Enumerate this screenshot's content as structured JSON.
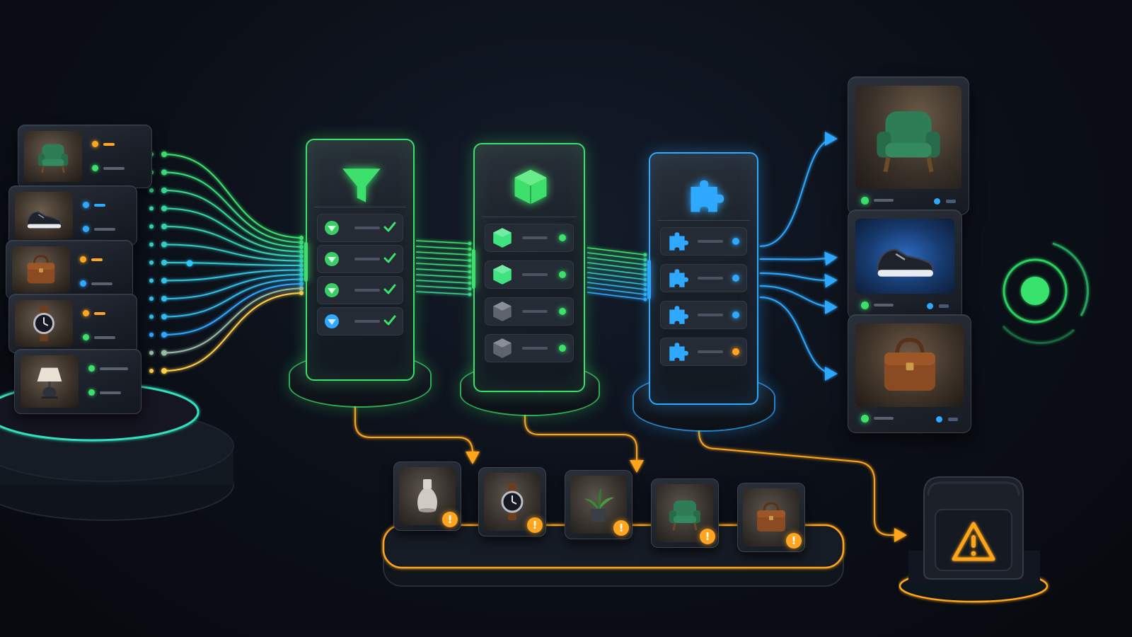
{
  "colors": {
    "green": "#3ce06b",
    "blue": "#2fa8ff",
    "amber": "#ffa51f",
    "gray": "#5d6470",
    "background": "#0b0f17"
  },
  "input_stack": {
    "items": [
      {
        "product_icon": "armchair-icon",
        "status": [
          "amber",
          "green"
        ]
      },
      {
        "product_icon": "sneaker-icon",
        "status": [
          "blue",
          "blue"
        ]
      },
      {
        "product_icon": "handbag-icon",
        "status": [
          "amber",
          "blue"
        ]
      },
      {
        "product_icon": "wristwatch-icon",
        "status": [
          "amber",
          "green"
        ]
      },
      {
        "product_icon": "table-lamp-icon",
        "status": [
          "green",
          "green"
        ]
      }
    ]
  },
  "stages": [
    {
      "id": "filter",
      "icon": "funnel-icon",
      "accent": "green",
      "rows": [
        {
          "icon": "check-circle-icon",
          "state": "pass"
        },
        {
          "icon": "check-circle-icon",
          "state": "pass"
        },
        {
          "icon": "check-circle-icon",
          "state": "pass"
        },
        {
          "icon": "info-circle-icon",
          "state": "pass"
        }
      ]
    },
    {
      "id": "model",
      "icon": "cube-icon",
      "accent": "green",
      "rows": [
        {
          "icon": "cube-icon",
          "state": "active"
        },
        {
          "icon": "cube-icon",
          "state": "active"
        },
        {
          "icon": "cube-icon",
          "state": "idle"
        },
        {
          "icon": "cube-icon",
          "state": "idle"
        }
      ]
    },
    {
      "id": "enrich",
      "icon": "puzzle-icon",
      "accent": "blue",
      "rows": [
        {
          "icon": "puzzle-icon",
          "state": "ok"
        },
        {
          "icon": "puzzle-icon",
          "state": "ok"
        },
        {
          "icon": "puzzle-icon",
          "state": "ok"
        },
        {
          "icon": "puzzle-icon",
          "state": "warn"
        }
      ]
    }
  ],
  "outputs": [
    {
      "product_icon": "armchair-icon"
    },
    {
      "product_icon": "sneaker-icon"
    },
    {
      "product_icon": "handbag-icon"
    }
  ],
  "rejected": {
    "items": [
      {
        "product_icon": "vase-icon",
        "badge": "!"
      },
      {
        "product_icon": "wristwatch-icon",
        "badge": "!"
      },
      {
        "product_icon": "potted-plant-icon",
        "badge": "!"
      },
      {
        "product_icon": "armchair-icon",
        "badge": "!"
      },
      {
        "product_icon": "handbag-icon",
        "badge": "!"
      }
    ]
  },
  "alert_bin": {
    "icon": "warning-triangle-icon"
  },
  "target": {
    "icon": "target-ring-icon"
  }
}
